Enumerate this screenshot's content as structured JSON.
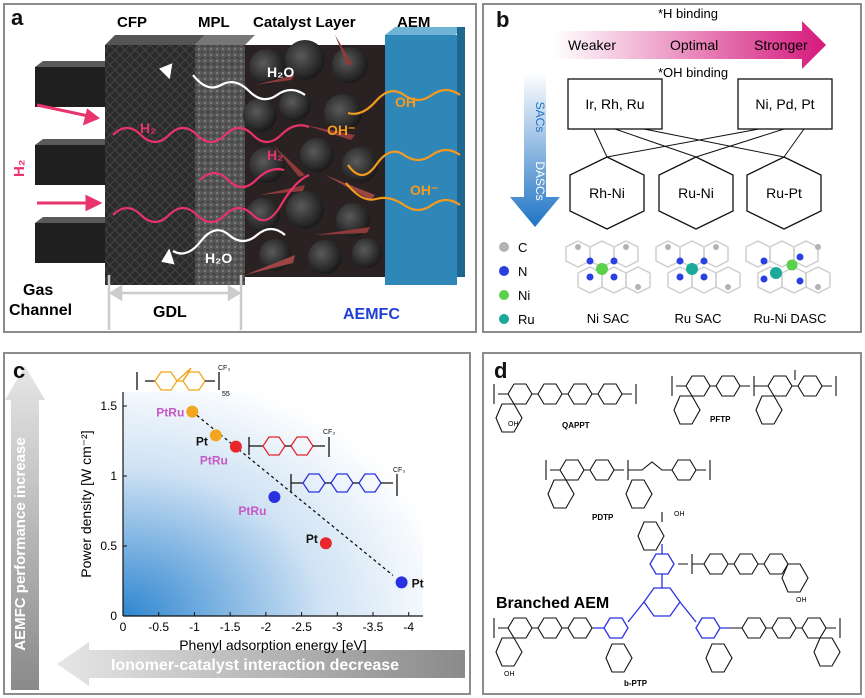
{
  "panel_a": {
    "label": "a",
    "layer_titles": {
      "cfp": "CFP",
      "mpl": "MPL",
      "catalyst": "Catalyst Layer",
      "aem": "AEM"
    },
    "h2_side": "H₂",
    "h2o_top": "H₂O",
    "h2o_bottom": "H₂O",
    "h2_wave1": "H₂",
    "h2_wave2": "H₂",
    "oh1": "OH⁻",
    "oh2": "OH⁻",
    "oh3": "OH⁻",
    "gas_channel_line1": "Gas",
    "gas_channel_line2": "Channel",
    "gdl": "GDL",
    "aemfc": "AEMFC",
    "colors": {
      "h2": "#e8336b",
      "oh": "#f39a1f",
      "aem": "#2f87b8",
      "aemfc_text": "#1f3fd6"
    }
  },
  "panel_b": {
    "label": "b",
    "h_binding": "*H binding",
    "oh_binding": "*OH binding",
    "weaker": "Weaker",
    "optimal": "Optimal",
    "stronger": "Stronger",
    "sacs": "SACs",
    "dascs": "DASCs",
    "box_left": "Ir, Rh, Ru",
    "box_right": "Ni, Pd, Pt",
    "hexagons": [
      "Rh-Ni",
      "Ru-Ni",
      "Ru-Pt"
    ],
    "legend": [
      {
        "label": "C",
        "color": "#b3b3b3"
      },
      {
        "label": "N",
        "color": "#2a3fe0"
      },
      {
        "label": "Ni",
        "color": "#5ad14a"
      },
      {
        "label": "Ru",
        "color": "#1aa99a"
      }
    ],
    "structures": [
      "Ni SAC",
      "Ru SAC",
      "Ru-Ni DASC"
    ]
  },
  "panel_c": {
    "label": "c",
    "vertical_arrow": "AEMFC performance increase",
    "horizontal_arrow": "Ionomer-catalyst interaction decrease",
    "subscript_55": "55",
    "chart_data": {
      "type": "scatter",
      "xlabel": "Phenyl adsorption energy [eV]",
      "ylabel": "Power density [W cm⁻²]",
      "xlim": [
        0,
        -4.2
      ],
      "ylim": [
        0,
        1.6
      ],
      "xticks": [
        "0",
        "-0.5",
        "-1",
        "-1.5",
        "-2",
        "-2.5",
        "-3",
        "-3.5",
        "-4"
      ],
      "yticks": [
        "0",
        "0.5",
        "1",
        "1.5"
      ],
      "points": [
        {
          "x": -0.97,
          "y": 1.46,
          "label": "PtRu",
          "color": "#f3a51e",
          "label_color": "#c757c7"
        },
        {
          "x": -1.3,
          "y": 1.29,
          "label": "Pt",
          "color": "#f3a51e",
          "label_color": "#111111"
        },
        {
          "x": -1.58,
          "y": 1.21,
          "label": "PtRu",
          "color": "#e8262c",
          "label_color": "#c757c7"
        },
        {
          "x": -2.12,
          "y": 0.85,
          "label": "PtRu",
          "color": "#2a32e0",
          "label_color": "#c757c7"
        },
        {
          "x": -2.84,
          "y": 0.52,
          "label": "Pt",
          "color": "#e8262c",
          "label_color": "#111111"
        },
        {
          "x": -3.9,
          "y": 0.24,
          "label": "Pt",
          "color": "#2a32e0",
          "label_color": "#111111"
        }
      ],
      "trendline": [
        [
          -0.97,
          1.46
        ],
        [
          -3.78,
          0.29
        ]
      ]
    }
  },
  "panel_d": {
    "label": "d",
    "names": [
      "QAPPT",
      "PFTP",
      "PDTP",
      "b-PTP"
    ],
    "branched_title": "Branched AEM",
    "oh_label": "OH"
  }
}
